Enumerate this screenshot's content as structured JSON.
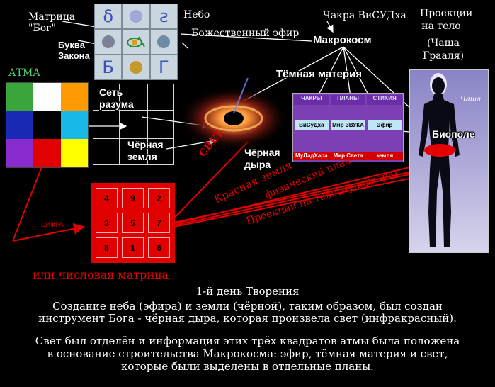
{
  "labels": {
    "matrix_god": "Матрица \"Бог\"",
    "letter_law": "Буква Закона",
    "atma": "АТМА",
    "sky": "Небо",
    "divine_ether": "Божественный эфир",
    "macrocosm": "Макрокосм",
    "chakra": "Чакра ВиСУДха",
    "body_projections": "Проекции на тело",
    "grail": "(Чаша Грааля)",
    "dark_matter": "Тёмная материя",
    "net_reason": "Сеть разума",
    "black_earth": "Чёрная земля",
    "black_hole": "Чёрная дыра",
    "light": "СВЕТ",
    "red_earth": "Красная земля",
    "physical_plan": "физический план",
    "projections_body_muladhara": "Проекции на тело(муладхара)",
    "digit": "ЦИФРА",
    "number_matrix": "или числовая матрица",
    "chasha": "Чаша",
    "biopole": "Биополе"
  },
  "letter_matrix": {
    "cells": [
      "δ",
      "dot",
      "ƨ",
      "dot",
      "eye",
      "dot",
      "Б",
      "dot",
      "Г"
    ]
  },
  "atma_colors": [
    "#3aa53a",
    "#ffffff",
    "#ff9a00",
    "#1b2ab5",
    "#000000",
    "#18b8e8",
    "#8a2bd0",
    "#e00000",
    "#ffff00"
  ],
  "number_matrix": [
    "4",
    "9",
    "2",
    "3",
    "5",
    "7",
    "8",
    "1",
    "6"
  ],
  "plan_table": {
    "headers": [
      "ЧАКРЫ",
      "ПЛАНЫ",
      "СТИХИЯ"
    ],
    "row_top": [
      "ВиСуДха",
      "Мир ЗВУКА",
      "Эфир"
    ],
    "row_bottom": [
      "МуЛадХара",
      "Мир Света",
      "земля"
    ]
  },
  "caption": {
    "title": "1-й день Творения",
    "para1_line1": "Создание неба (эфира) и земли (чёрной), таким образом, был создан",
    "para1_line2": "инструмент Бога - чёрная дыра, которая произвела свет (инфракрасный).",
    "para2_line1": "Свет был отделён и информация этих трёх квадратов атмы была положена",
    "para2_line2": "в основание строительства Макрокосма: эфир, тёмная материя и свет,",
    "para2_line3": "которые были выделены в отдельные планы."
  }
}
